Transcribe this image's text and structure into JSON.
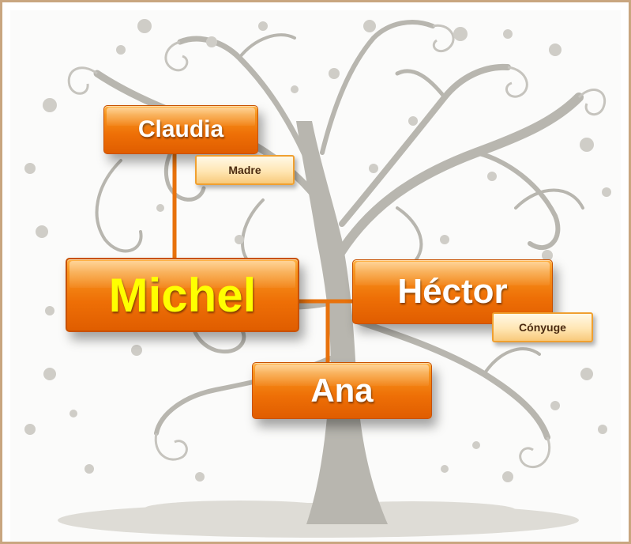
{
  "family_tree": {
    "mother": {
      "name": "Claudia",
      "relation": "Madre"
    },
    "root": {
      "name": "Michel"
    },
    "spouse": {
      "name": "Héctor",
      "relation": "Cónyuge"
    },
    "child": {
      "name": "Ana"
    }
  },
  "colors": {
    "node_orange": "#ee6f06",
    "root_text": "#ffff00",
    "connector": "#e8720c",
    "tag_border": "#f0a030",
    "frame_border": "#c9a680",
    "tree_gray": "#b4b2ab"
  }
}
